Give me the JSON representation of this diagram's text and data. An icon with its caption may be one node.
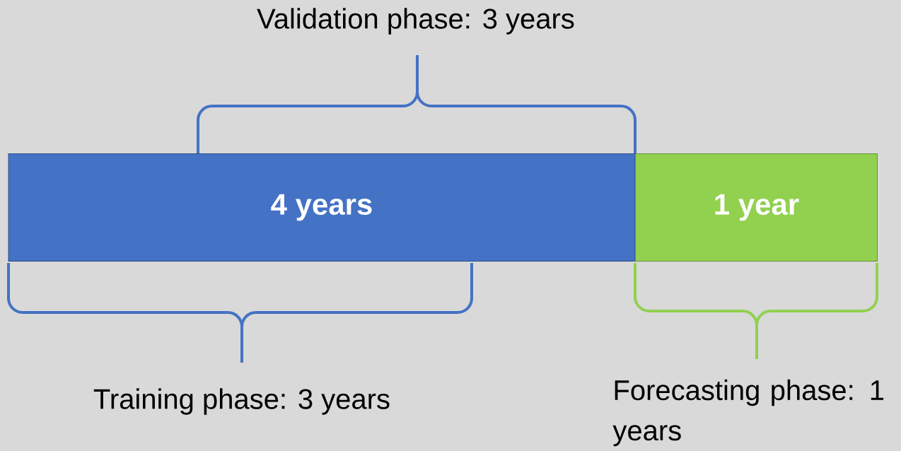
{
  "diagram": {
    "nodes": [
      {
        "text": [
          "4 years"
        ]
      },
      {
        "text": [
          "1 year"
        ]
      }
    ],
    "labels": [
      "Validation phase: 3 years",
      "Training phase: 3 years",
      "Forecasting phase: 1 years"
    ]
  }
}
